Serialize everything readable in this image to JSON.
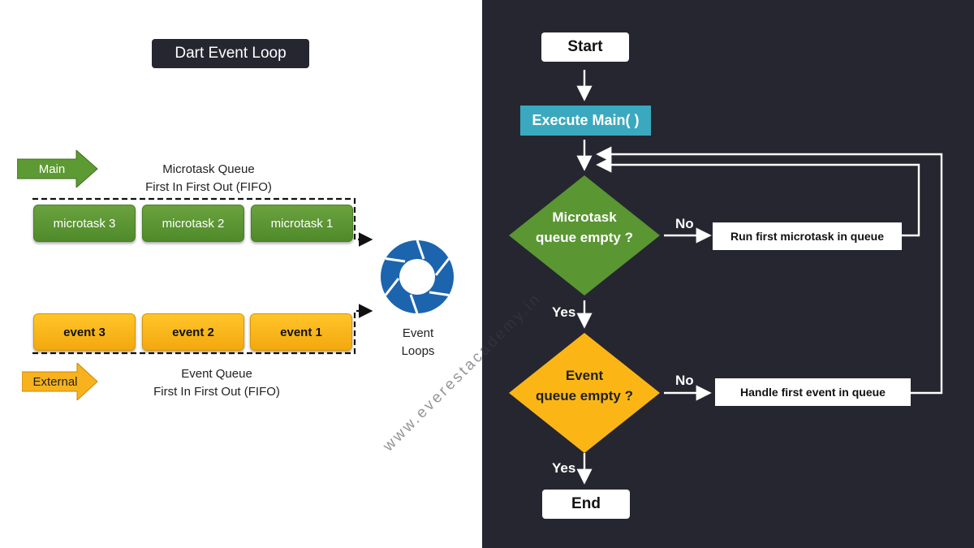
{
  "title": "Dart Event Loop",
  "left": {
    "main_arrow_label": "Main",
    "external_arrow_label": "External",
    "microtask_queue": {
      "caption_line1": "Microtask Queue",
      "caption_line2": "First In First Out (FIFO)",
      "items": [
        "microtask 3",
        "microtask 2",
        "microtask 1"
      ]
    },
    "event_queue": {
      "caption_line1": "Event Queue",
      "caption_line2": "First In First Out (FIFO)",
      "items": [
        "event 3",
        "event 2",
        "event 1"
      ]
    },
    "event_loops_label_line1": "Event",
    "event_loops_label_line2": "Loops"
  },
  "watermark": "www.everestacademy.in",
  "flowchart": {
    "start": "Start",
    "execute_main": "Execute Main( )",
    "microtask_decision_line1": "Microtask",
    "microtask_decision_line2": "queue empty ?",
    "event_decision_line1": "Event",
    "event_decision_line2": "queue empty ?",
    "no_label_1": "No",
    "no_label_2": "No",
    "yes_label_1": "Yes",
    "yes_label_2": "Yes",
    "run_microtask": "Run first microtask in queue",
    "handle_event": "Handle first event in queue",
    "end": "End"
  },
  "colors": {
    "dark_bg": "#262631",
    "microtask_green": "#5a9632",
    "event_orange": "#fbb616",
    "execute_teal": "#3aa9bf",
    "event_loop_blue": "#1c64ad"
  }
}
